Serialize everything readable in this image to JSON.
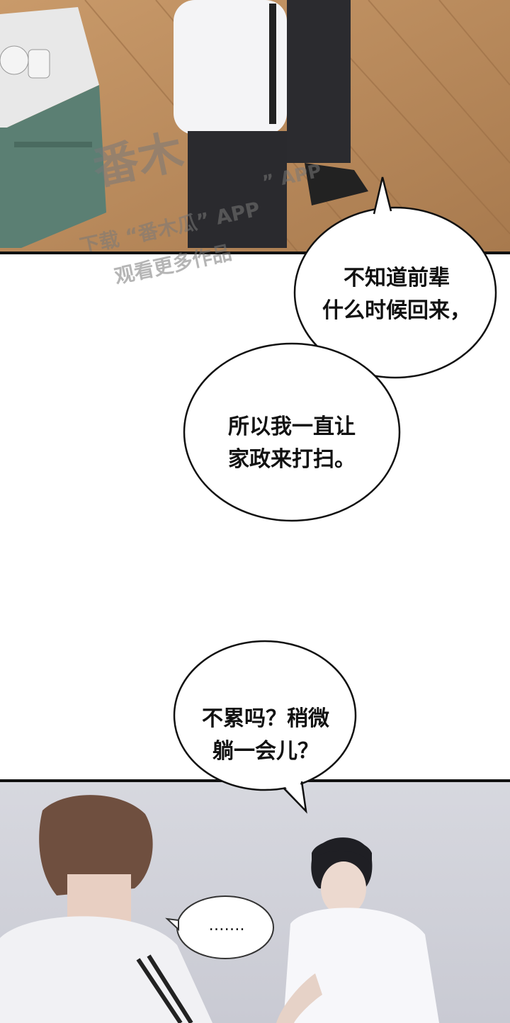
{
  "watermark": {
    "brand": "番木",
    "app": "” APP",
    "line1": "下载 “番木瓜” APP",
    "line2": "观看更多作品"
  },
  "dialogue": [
    {
      "line1": "不知道前辈",
      "line2": "什么时候回来，"
    },
    {
      "line1": "所以我一直让",
      "line2": "家政来打扫。"
    },
    {
      "line1": "不累吗？稍微",
      "line2": "躺一会儿？"
    },
    {
      "line1": "……."
    }
  ]
}
